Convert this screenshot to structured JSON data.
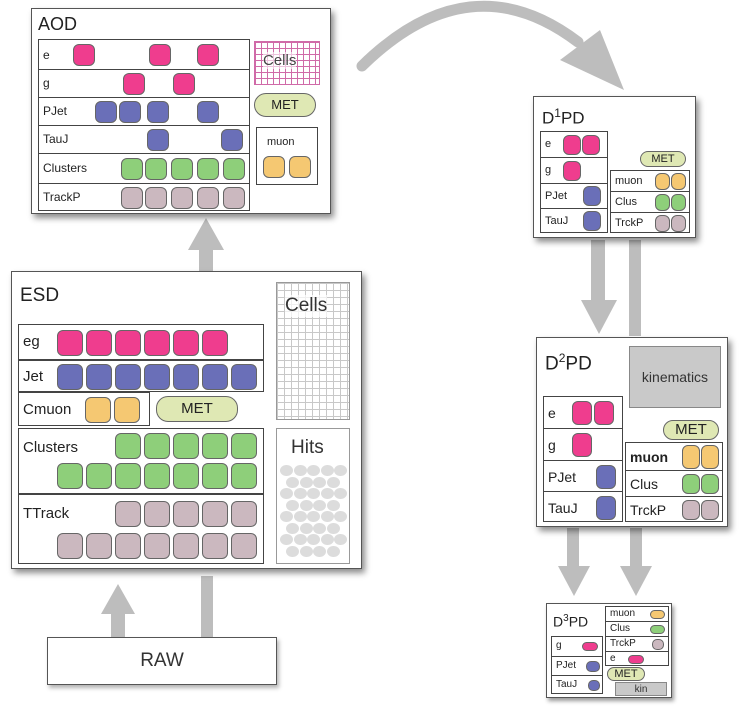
{
  "colors": {
    "electron": "#ef3d8e",
    "jet": "#6a6fb8",
    "cluster": "#8ecf7a",
    "track": "#cbb8bf",
    "muon": "#f5c872",
    "met": "#dfe8b4",
    "kinematics": "#c9c9c9",
    "arrow": "#bdbdbd",
    "grid_magenta": "#d06aa8"
  },
  "raw": {
    "title": "RAW"
  },
  "esd": {
    "title": "ESD",
    "rows": {
      "eg": "eg",
      "jet": "Jet",
      "cmuon": "Cmuon",
      "clusters": "Clusters",
      "ttrack": "TTrack"
    },
    "met": "MET",
    "cells": "Cells",
    "hits": "Hits"
  },
  "aod": {
    "title": "AOD",
    "rows": {
      "e": "e",
      "g": "g",
      "pjet": "PJet",
      "tauj": "TauJ",
      "clusters": "Clusters",
      "trackp": "TrackP"
    },
    "cells": "Cells",
    "met": "MET",
    "muon": "muon"
  },
  "d1pd": {
    "title_d": "D",
    "title_sup": "1",
    "title_rest": "PD",
    "rows": {
      "e": "e",
      "g": "g",
      "pjet": "PJet",
      "tauj": "TauJ"
    },
    "met": "MET",
    "right": {
      "muon": "muon",
      "clus": "Clus",
      "trckp": "TrckP"
    }
  },
  "d2pd": {
    "title_d": "D",
    "title_sup": "2",
    "title_rest": "PD",
    "kinematics": "kinematics",
    "rows": {
      "e": "e",
      "g": "g",
      "pjet": "PJet",
      "tauj": "TauJ"
    },
    "met": "MET",
    "right": {
      "muon": "muon",
      "clus": "Clus",
      "trckp": "TrckP"
    }
  },
  "d3pd": {
    "title_d": "D",
    "title_sup": "3",
    "title_rest": "PD",
    "left": {
      "g": "g",
      "pjet": "PJet",
      "tauj": "TauJ"
    },
    "right": {
      "muon": "muon",
      "clus": "Clus",
      "trckp": "TrckP",
      "e": "e"
    },
    "met": "MET",
    "kin": "kin"
  }
}
